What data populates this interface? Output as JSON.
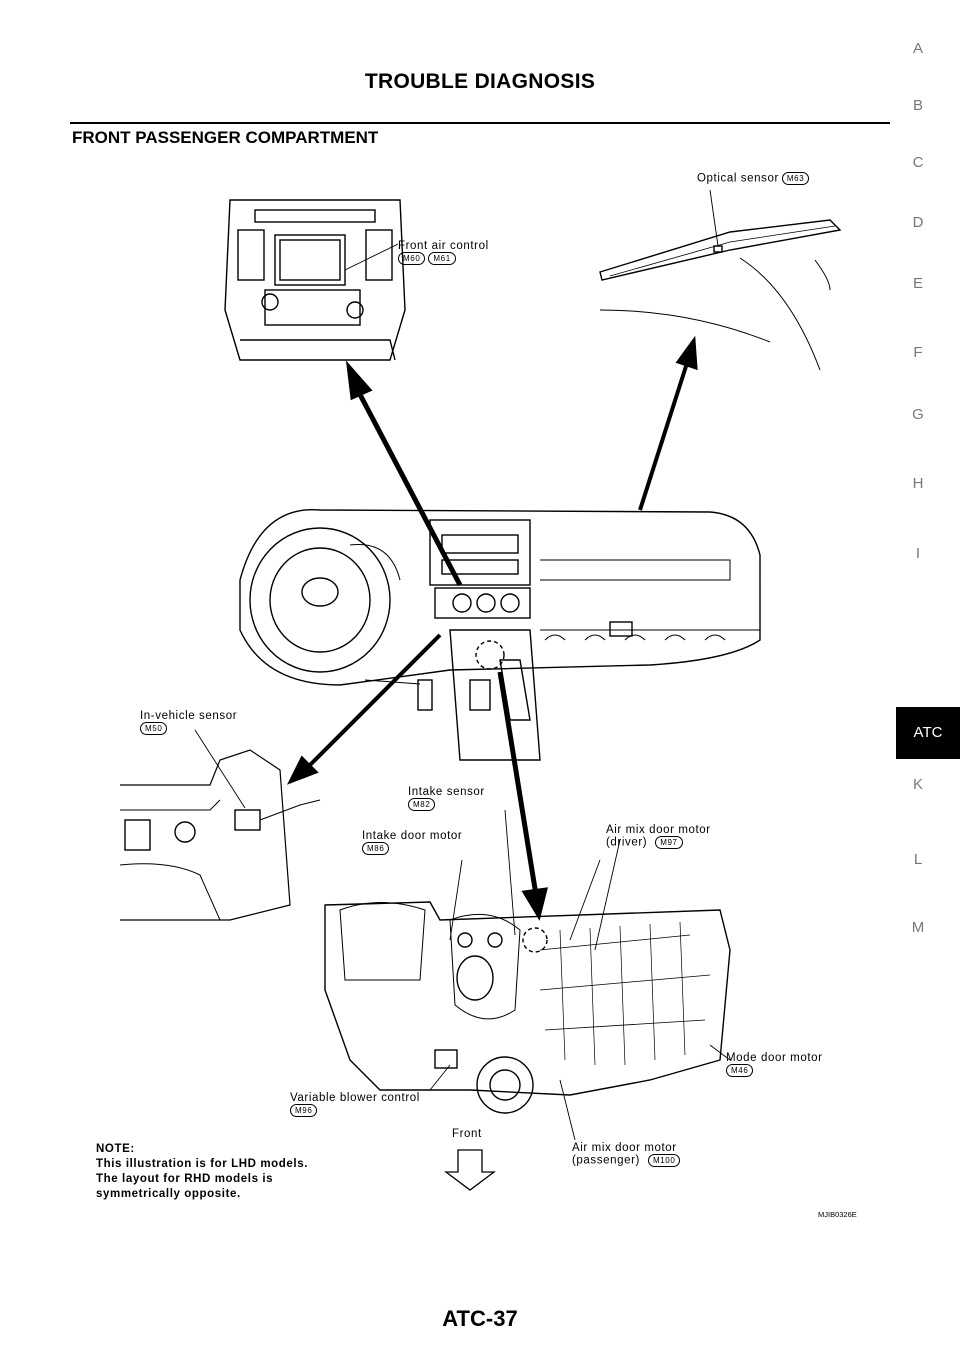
{
  "header": {
    "title": "TROUBLE DIAGNOSIS"
  },
  "section": {
    "title": "FRONT PASSENGER COMPARTMENT"
  },
  "side_index": {
    "letters": [
      "A",
      "B",
      "C",
      "D",
      "E",
      "F",
      "G",
      "H",
      "I",
      "K",
      "L",
      "M"
    ],
    "active_tab": "ATC"
  },
  "callouts": {
    "optical_sensor": {
      "label": "Optical sensor",
      "connectors": [
        "M63"
      ]
    },
    "front_air_control": {
      "label": "Front air control",
      "connectors": [
        "M60",
        "M61"
      ]
    },
    "in_vehicle_sensor": {
      "label": "In-vehicle sensor",
      "connectors": [
        "M50"
      ]
    },
    "intake_sensor": {
      "label": "Intake sensor",
      "connectors": [
        "M82"
      ]
    },
    "intake_door_motor": {
      "label": "Intake door motor",
      "connectors": [
        "M86"
      ]
    },
    "air_mix_driver": {
      "label": "Air mix door motor",
      "sub": "(driver)",
      "connectors": [
        "M97"
      ]
    },
    "mode_door_motor": {
      "label": "Mode door motor",
      "connectors": [
        "M46"
      ]
    },
    "variable_blower": {
      "label": "Variable blower control",
      "connectors": [
        "M96"
      ]
    },
    "front": {
      "label": "Front"
    },
    "air_mix_passenger": {
      "label": "Air mix door motor",
      "sub": "(passenger)",
      "connectors": [
        "M100"
      ]
    }
  },
  "note": {
    "heading": "NOTE:",
    "line1": "This illustration is for LHD models.",
    "line2": "The layout for RHD models is",
    "line3": "symmetrically opposite."
  },
  "figure_code": "MJIB0326E",
  "footer": {
    "page_number": "ATC-37"
  }
}
